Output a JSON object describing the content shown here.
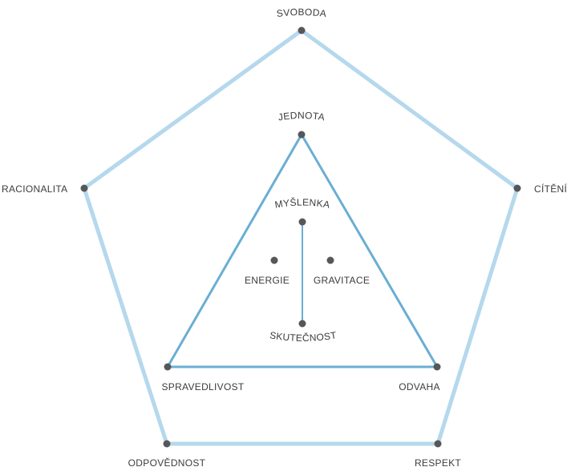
{
  "colors": {
    "outer": "#b5d8ec",
    "inner": "#6aaed3",
    "dot": "#555759",
    "text": "#3c3c3c"
  },
  "outer_pentagon": {
    "labels": {
      "top": "SVOBODA",
      "right": "CÍTĚNÍ",
      "bottom_right": "RESPEKT",
      "bottom_left": "ODPOVĚDNOST",
      "left": "RACIONALITA"
    }
  },
  "triangle": {
    "labels": {
      "top": "JEDNOTA",
      "right": "ODVAHA",
      "left": "SPRAVEDLIVOST"
    }
  },
  "center": {
    "labels": {
      "top": "MYŠLENKA",
      "bottom": "SKUTEČNOST",
      "left": "ENERGIE",
      "right": "GRAVITACE"
    }
  }
}
